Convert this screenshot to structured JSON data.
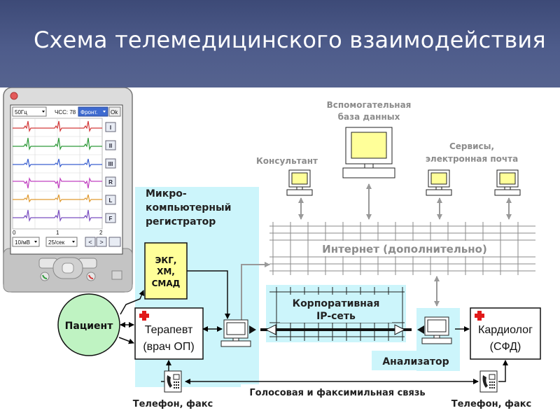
{
  "title": "Схема телемедицинского взаимодействия",
  "device": {
    "dropdown1": "50Гц",
    "hr_label": "ЧСС: 78",
    "dropdown2": "Фронт.",
    "ok": "Ok",
    "leads": [
      "I",
      "II",
      "III",
      "R",
      "L",
      "F"
    ],
    "axis_ticks": [
      "0",
      "1",
      "2"
    ],
    "scale": "10/мВ",
    "speed": "25/сек",
    "prev": "<",
    "next": ">"
  },
  "labels": {
    "aux_db_line1": "Вспомогательная",
    "aux_db_line2": "база данных",
    "consultant": "Консультант",
    "services_line1": "Сервисы,",
    "services_line2": "электронная почта",
    "recorder_line1": "Микро-",
    "recorder_line2": "компьютерный",
    "recorder_line3": "регистратор",
    "ecg_line1": "ЭКГ,",
    "ecg_line2": "ХМ,",
    "ecg_line3": "СМАД",
    "internet": "Интернет (дополнительно)",
    "corp_line1": "Корпоративная",
    "corp_line2": "IP-сеть",
    "patient": "Пациент",
    "therapist_line1": "Терапевт",
    "therapist_line2": "(врач ОП)",
    "cardiologist_line1": "Кардиолог",
    "cardiologist_line2": "(СФД)",
    "analyzer": "Анализатор",
    "voice": "Голосовая и факсимильная связь",
    "phone_left": "Телефон, факс",
    "phone_right": "Телефон, факс"
  },
  "colors": {
    "header": "#4e5c8b",
    "light_cyan": "#ccf5fb",
    "patient_green": "#bff3c2",
    "red_cross": "#e11a1a",
    "label_gray": "#8c8c8c",
    "grid": "#8a8a8a"
  },
  "icons": [
    "pc-icon",
    "phone-fax-icon",
    "red-cross-icon",
    "arrow-icon"
  ]
}
